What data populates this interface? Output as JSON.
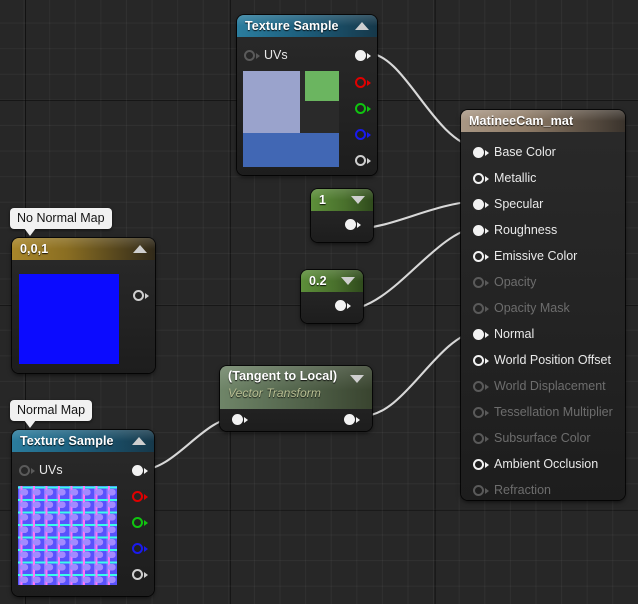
{
  "app": {
    "editor": "Unreal Material Editor graph"
  },
  "callouts": [
    {
      "label": "No Normal Map"
    },
    {
      "label": "Normal Map"
    }
  ],
  "nodes": {
    "texture_top": {
      "title": "Texture Sample",
      "collapse_icon": "caret-up-icon",
      "input_pin": "UVs",
      "outputs": [
        "rgb",
        "r",
        "g",
        "b",
        "a"
      ],
      "preview": "color-blocks-texture"
    },
    "texture_bottom": {
      "title": "Texture Sample",
      "collapse_icon": "caret-up-icon",
      "input_pin": "UVs",
      "outputs": [
        "rgb",
        "r",
        "g",
        "b",
        "a"
      ],
      "preview": "normal-map-texture"
    },
    "const_normal": {
      "title": "0,0,1",
      "collapse_icon": "caret-up-icon",
      "preview": "blue-swatch"
    },
    "const_one": {
      "title": "1",
      "collapse_icon": "caret-down-icon"
    },
    "const_point_two": {
      "title": "0.2",
      "collapse_icon": "caret-down-icon"
    },
    "vector_transform": {
      "title": "(Tangent to Local)",
      "subtitle": "Vector Transform",
      "collapse_icon": "caret-down-icon"
    },
    "material": {
      "title": "MatineeCam_mat",
      "inputs": [
        {
          "label": "Base Color",
          "connected": true,
          "enabled": true
        },
        {
          "label": "Metallic",
          "connected": false,
          "enabled": true
        },
        {
          "label": "Specular",
          "connected": true,
          "enabled": true
        },
        {
          "label": "Roughness",
          "connected": true,
          "enabled": true
        },
        {
          "label": "Emissive Color",
          "connected": false,
          "enabled": true
        },
        {
          "label": "Opacity",
          "connected": false,
          "enabled": false
        },
        {
          "label": "Opacity Mask",
          "connected": false,
          "enabled": false
        },
        {
          "label": "Normal",
          "connected": true,
          "enabled": true
        },
        {
          "label": "World Position Offset",
          "connected": false,
          "enabled": true
        },
        {
          "label": "World Displacement",
          "connected": false,
          "enabled": false
        },
        {
          "label": "Tessellation Multiplier",
          "connected": false,
          "enabled": false
        },
        {
          "label": "Subsurface Color",
          "connected": false,
          "enabled": false
        },
        {
          "label": "Ambient Occlusion",
          "connected": false,
          "enabled": true
        },
        {
          "label": "Refraction",
          "connected": false,
          "enabled": false
        }
      ]
    }
  },
  "connections": [
    {
      "from": "texture_top.rgb",
      "to": "material.Base Color"
    },
    {
      "from": "const_one.out",
      "to": "material.Specular"
    },
    {
      "from": "const_point_two.out",
      "to": "material.Roughness"
    },
    {
      "from": "vector_transform.out",
      "to": "material.Normal"
    },
    {
      "from": "texture_bottom.rgb",
      "to": "vector_transform.in"
    }
  ],
  "colors": {
    "canvas": "#272727",
    "wire": "#d8d8d8",
    "texture_header": "#2b7d9e",
    "const_header": "#5d8f3a",
    "gold_header": "#a8862a",
    "material_header": "#a99784",
    "vector_transform_header": "#6f8568"
  }
}
